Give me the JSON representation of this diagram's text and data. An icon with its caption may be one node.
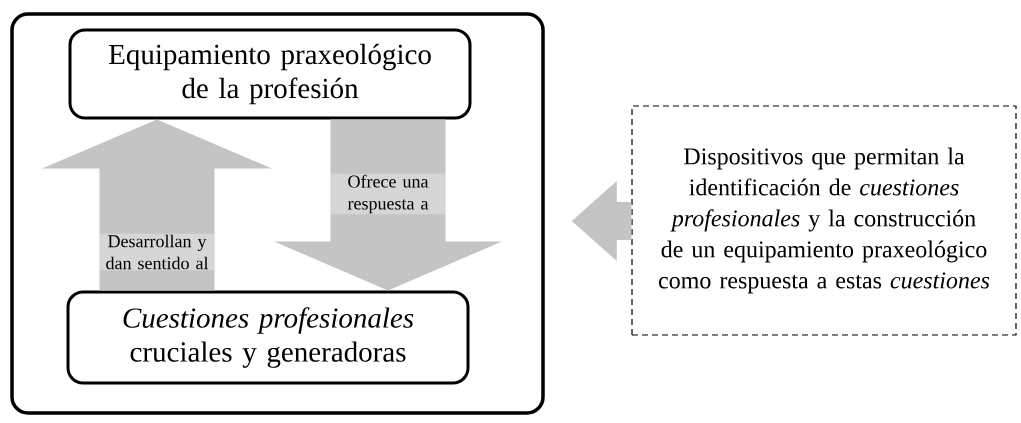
{
  "diagram": {
    "nodes": [
      {
        "text": [],
        "shape": "box"
      },
      {
        "text": [
          "Equipamiento praxeológico de la profesión"
        ],
        "in": 0
      },
      {
        "text": [
          "*Cuestiones profesionales* cruciales y generadoras"
        ],
        "in": 0
      },
      {
        "text": [
          "Dispositivos que permitan la identificación de *cuestiones profesionales* y la construcción de un equipamiento praxeológico como respuesta a estas *cuestiones*"
        ]
      }
    ],
    "edges": [
      {
        "from": 2,
        "to": 1,
        "arrow": "to",
        "label": "Desarrollan y dan sentido al"
      },
      {
        "from": 1,
        "to": 2,
        "arrow": "to",
        "label": "Ofrece una respuesta a"
      },
      {
        "from": 3,
        "to": 0,
        "arrow": "to"
      }
    ]
  }
}
